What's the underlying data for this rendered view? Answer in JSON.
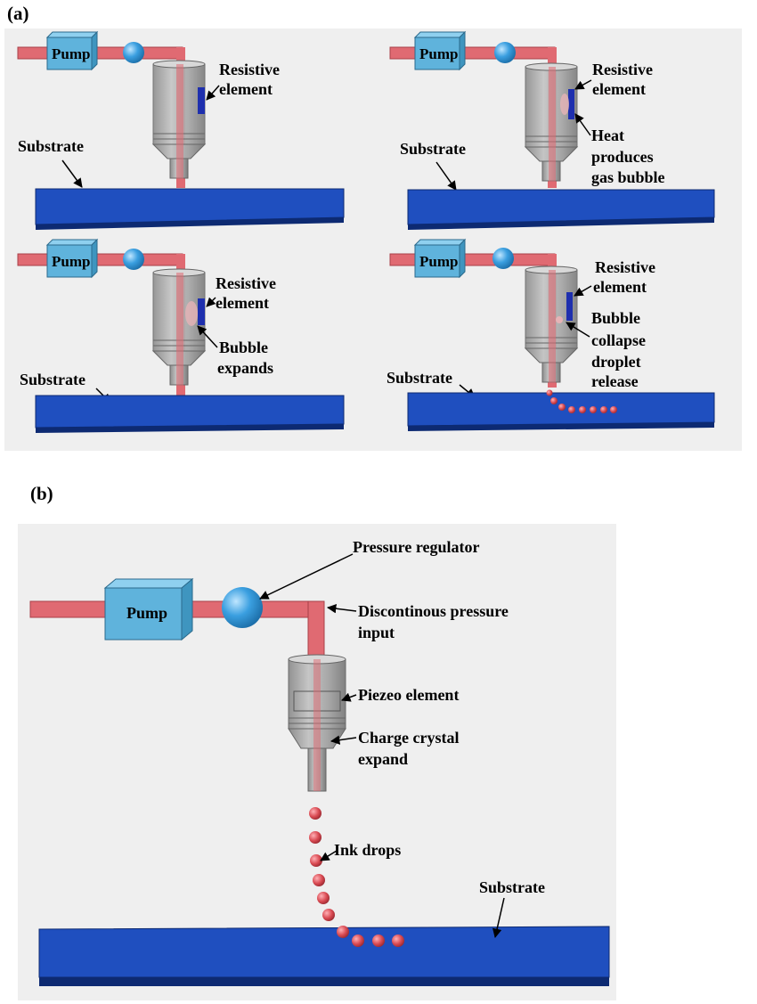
{
  "panel_a": {
    "label": "(a)",
    "frames": [
      {
        "pump": "Pump",
        "substrate": "Substrate",
        "annotations": [
          "Resistive",
          "element"
        ]
      },
      {
        "pump": "Pump",
        "substrate": "Substrate",
        "annotations": [
          "Resistive",
          "element",
          "Heat",
          "produces",
          "gas bubble"
        ]
      },
      {
        "pump": "Pump",
        "substrate": "Substrate",
        "annotations": [
          "Resistive",
          "element",
          "Bubble",
          "expands"
        ]
      },
      {
        "pump": "Pump",
        "substrate": "Substrate",
        "annotations": [
          "Resistive",
          "element",
          "Bubble",
          "collapse",
          "droplet",
          "release"
        ]
      }
    ]
  },
  "panel_b": {
    "label": "(b)",
    "pump": "Pump",
    "pressure_regulator": "Pressure regulator",
    "pressure_input_1": "Discontinous pressure",
    "pressure_input_2": "input",
    "piezo": "Piezeo element",
    "charge_1": "Charge crystal",
    "charge_2": "expand",
    "ink_drops": "Ink drops",
    "substrate": "Substrate"
  },
  "colors": {
    "background_panel": "#efefef",
    "substrate": "#1f4fbf",
    "pipe": "#e06a72",
    "pump": "#5fb3dc",
    "regulator": "#3c9fe0",
    "nozzle": "#a9a9a9",
    "resistive_element": "#1e2fae",
    "droplet": "#d94a52"
  }
}
